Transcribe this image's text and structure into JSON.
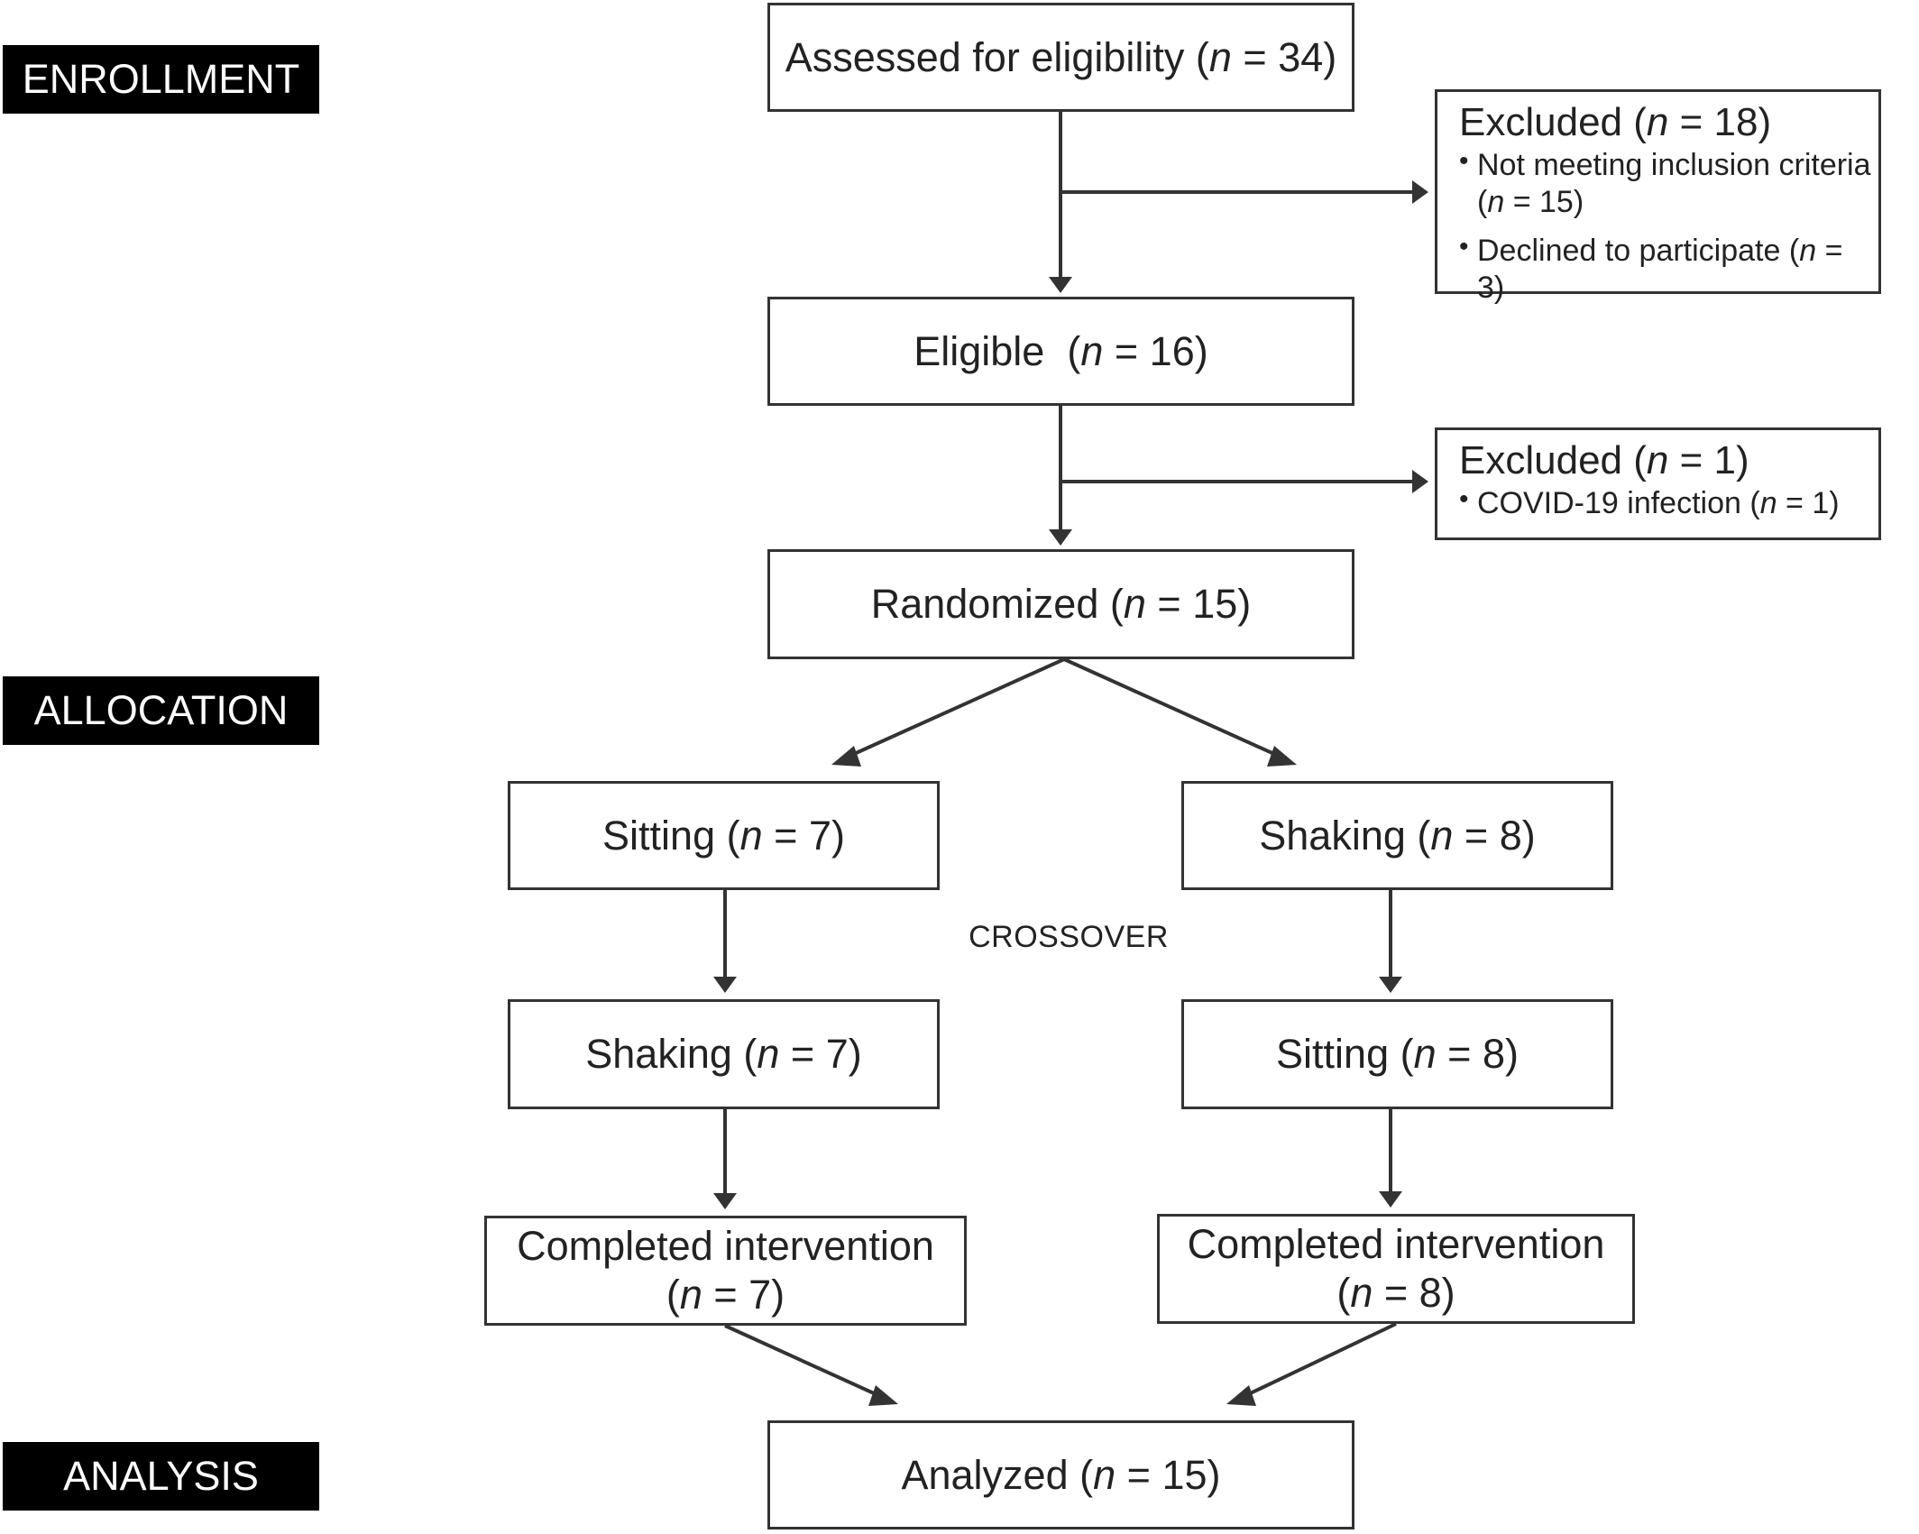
{
  "phases": {
    "enrollment": "ENROLLMENT",
    "allocation": "ALLOCATION",
    "analysis": "ANALYSIS"
  },
  "n_symbol": "n",
  "nodes": {
    "assessed": {
      "label": "Assessed for eligibility",
      "n": "34"
    },
    "excluded1": {
      "label": "Excluded",
      "n": "18",
      "items": [
        {
          "text": "Not meeting inclusion criteria",
          "n": "15"
        },
        {
          "text": "Declined to participate",
          "n": "3"
        }
      ]
    },
    "eligible": {
      "label": "Eligible",
      "n": "16"
    },
    "excluded2": {
      "label": "Excluded",
      "n": "1",
      "items": [
        {
          "text": "COVID-19 infection",
          "n": "1"
        }
      ]
    },
    "randomized": {
      "label": "Randomized",
      "n": "15"
    },
    "left_first": {
      "label": "Sitting",
      "n": "7"
    },
    "right_first": {
      "label": "Shaking",
      "n": "8"
    },
    "left_second": {
      "label": "Shaking",
      "n": "7"
    },
    "right_second": {
      "label": "Sitting",
      "n": "8"
    },
    "left_completed": {
      "label": "Completed intervention",
      "n": "7"
    },
    "right_completed": {
      "label": "Completed intervention",
      "n": "8"
    },
    "analyzed": {
      "label": "Analyzed",
      "n": "15"
    }
  },
  "crossover_label": "CROSSOVER"
}
